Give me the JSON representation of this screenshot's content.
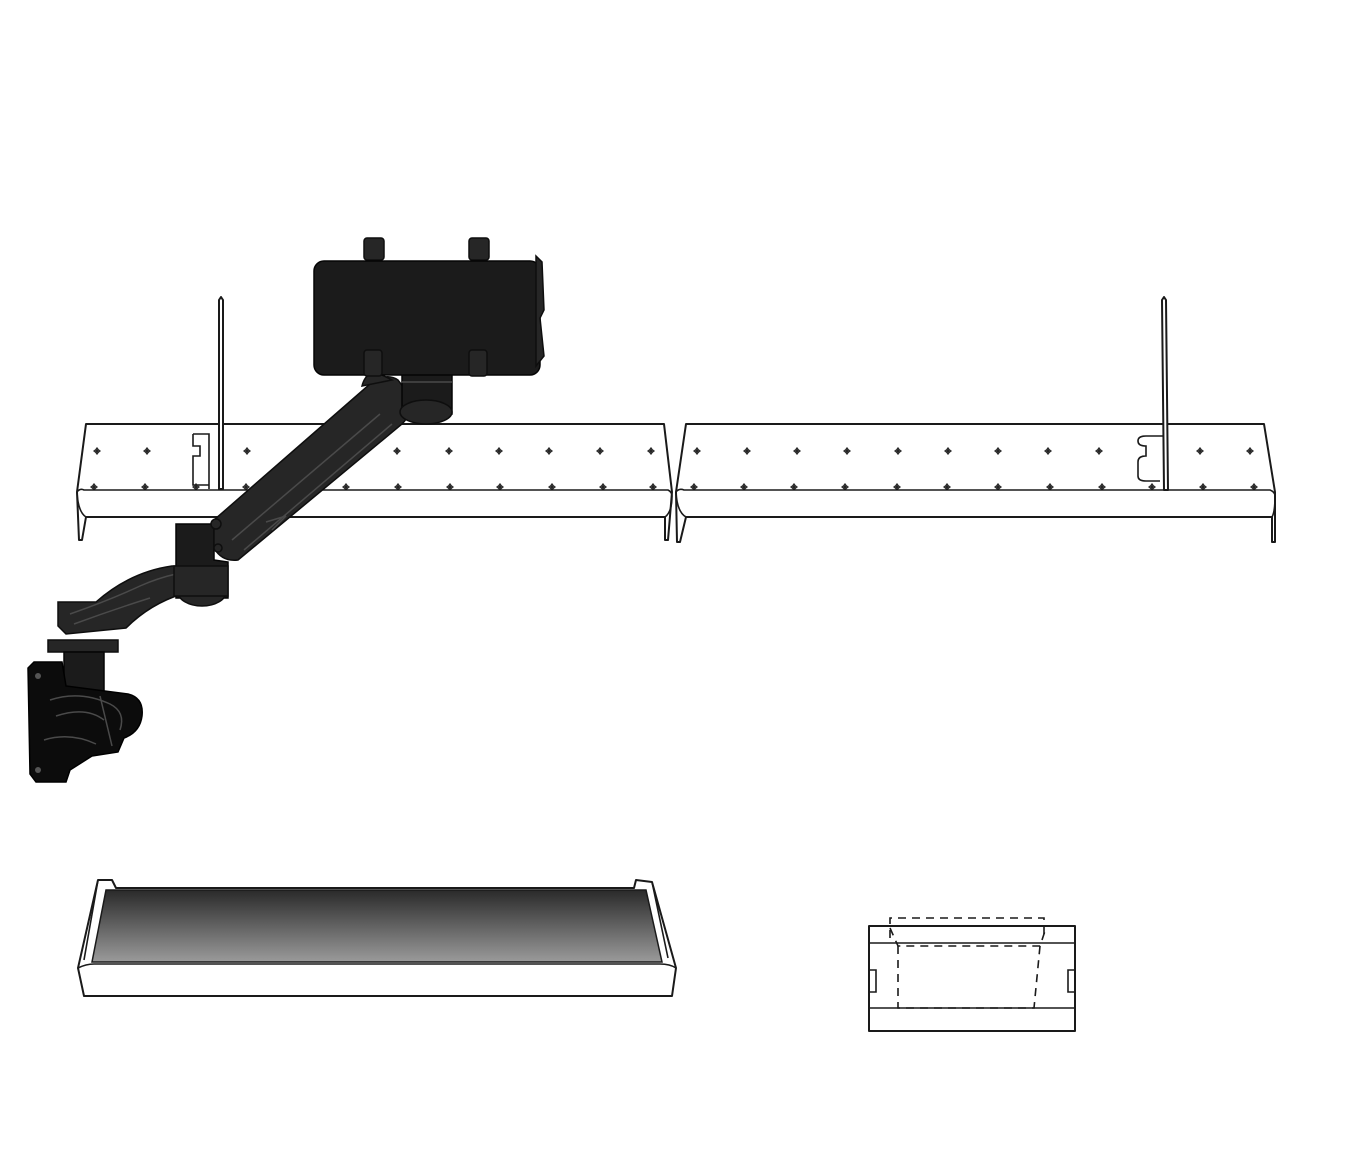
{
  "diagram": {
    "kind": "product-line-drawing",
    "colors": {
      "background": "#ffffff",
      "outline": "#1a1a1a",
      "arm_dark": "#262626",
      "mount_black": "#0c0c0c",
      "tray_gradient_top": "#2a2a2a",
      "tray_gradient_bottom": "#9a9a9a"
    },
    "components": [
      {
        "id": "shelf-left",
        "icon": "perforated-shelf",
        "divider_side": "left"
      },
      {
        "id": "shelf-right",
        "icon": "perforated-shelf",
        "divider_side": "right"
      },
      {
        "id": "monitor-arm",
        "icon": "articulating-arm"
      },
      {
        "id": "tablet-holder",
        "icon": "device-clamp-plate"
      },
      {
        "id": "wall-clamp",
        "icon": "rail-clamp-mount"
      },
      {
        "id": "keyboard-tray",
        "icon": "tray-with-mat"
      },
      {
        "id": "small-bin",
        "icon": "bin-with-hidden-lines"
      }
    ]
  }
}
